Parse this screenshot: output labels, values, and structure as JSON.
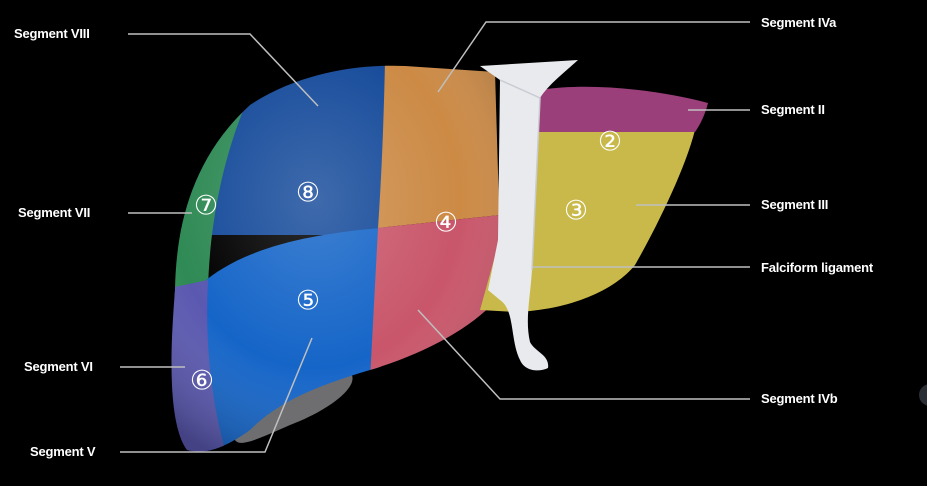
{
  "labels": {
    "seg8": "Segment VIII",
    "seg7": "Segment VII",
    "seg6": "Segment VI",
    "seg5": "Segment V",
    "seg4a": "Segment IVa",
    "seg2": "Segment II",
    "seg3": "Segment III",
    "falciform": "Falciform ligament",
    "seg4b": "Segment IVb"
  },
  "markers": {
    "m2": "②",
    "m3": "③",
    "m4": "④",
    "m5": "⑤",
    "m6": "⑥",
    "m7": "⑦",
    "m8": "⑧"
  },
  "colors": {
    "background": "#000000",
    "seg2": "#9a3f7a",
    "seg3": "#c9b94a",
    "seg4a": "#cc8a45",
    "seg4b": "#c9566a",
    "seg5": "#1565c8",
    "seg6": "#5a58b0",
    "seg7": "#2f8a55",
    "seg8": "#154a9a",
    "ligament": "#e8eaee",
    "leader": "#bfbfbf"
  }
}
